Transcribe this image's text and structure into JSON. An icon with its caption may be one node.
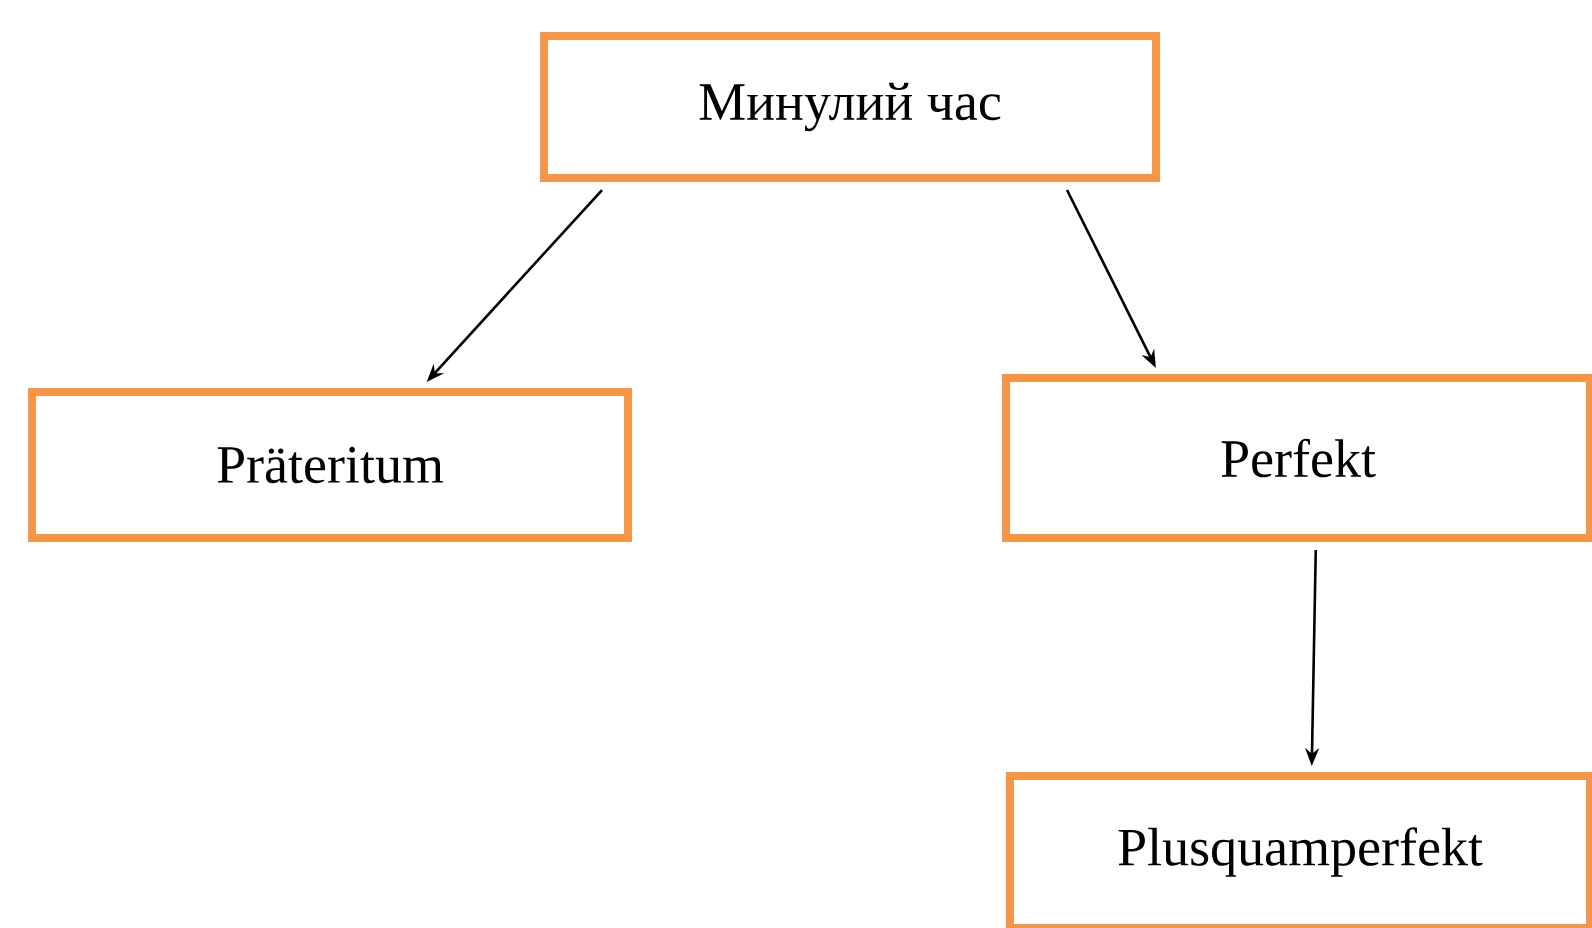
{
  "diagram": {
    "nodes": [
      {
        "text": [
          "Минулий час"
        ]
      },
      {
        "text": [
          "Präteritum"
        ]
      },
      {
        "text": [
          "Perfekt"
        ]
      },
      {
        "text": [
          "Plusquamperfekt"
        ]
      }
    ],
    "edges": [
      {
        "from": 0,
        "to": 1,
        "arrow": "to"
      },
      {
        "from": 0,
        "to": 2,
        "arrow": "to"
      },
      {
        "from": 2,
        "to": 3,
        "arrow": "to"
      }
    ]
  }
}
